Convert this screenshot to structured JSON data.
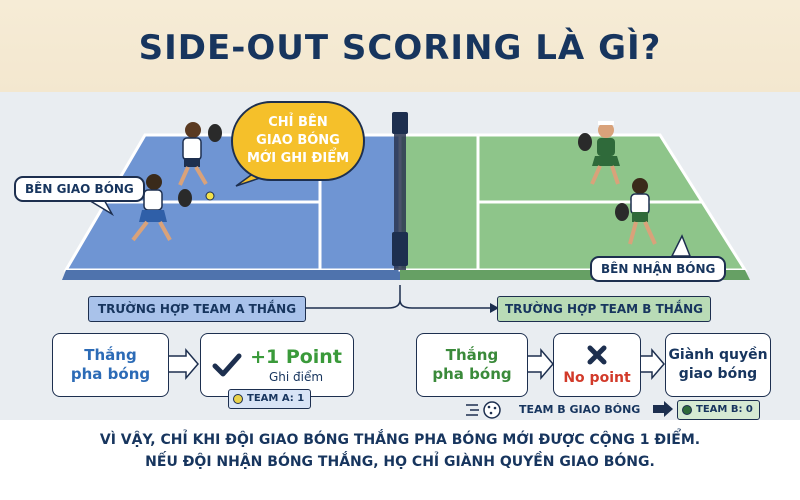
{
  "title": "SIDE-OUT SCORING LÀ GÌ?",
  "bubbles": {
    "serving_side": "BÊN GIAO BÓNG",
    "receiving_side": "BÊN NHẬN BÓNG",
    "callout_lines": [
      "CHỈ BÊN",
      "GIAO BÓNG",
      "MỚI GHI ĐIỂM"
    ]
  },
  "scenario_a": {
    "banner": "TRƯỜNG HỢP TEAM A THẮNG",
    "win_rally_lines": [
      "Thắng",
      "pha bóng"
    ],
    "result_main": "+1 Point",
    "result_sub": "Ghi điểm",
    "score_chip": "TEAM A: 1"
  },
  "scenario_b": {
    "banner": "TRƯỜNG HỢP TEAM B THẮNG",
    "win_rally_lines": [
      "Thắng",
      "pha bóng"
    ],
    "result_main": "No point",
    "serve_gain_lines": [
      "Giành quyền",
      "giao bóng"
    ],
    "serve_label": "TEAM B GIAO BÓNG",
    "score_chip": "TEAM B: 0"
  },
  "footer": {
    "line1": "VÌ VẬY, CHỈ KHI ĐỘI GIAO BÓNG THẮNG PHA BÓNG MỚI ĐƯỢC CỘNG 1 ĐIỂM.",
    "line2": "NẾU ĐỘI NHẬN BÓNG THẮNG, HỌ CHỈ GIÀNH QUYỀN GIAO BÓNG."
  },
  "colors": {
    "navy": "#17355e",
    "court_blue": "#6f95d3",
    "court_green": "#8ec58a",
    "accent_yellow": "#f5c02a",
    "point_green": "#3a9a3a",
    "no_point_red": "#d23a2a"
  },
  "icons": {
    "check": "check-icon",
    "cross": "x-icon",
    "ball": "pickleball-icon",
    "arrow": "arrow-right-icon"
  }
}
